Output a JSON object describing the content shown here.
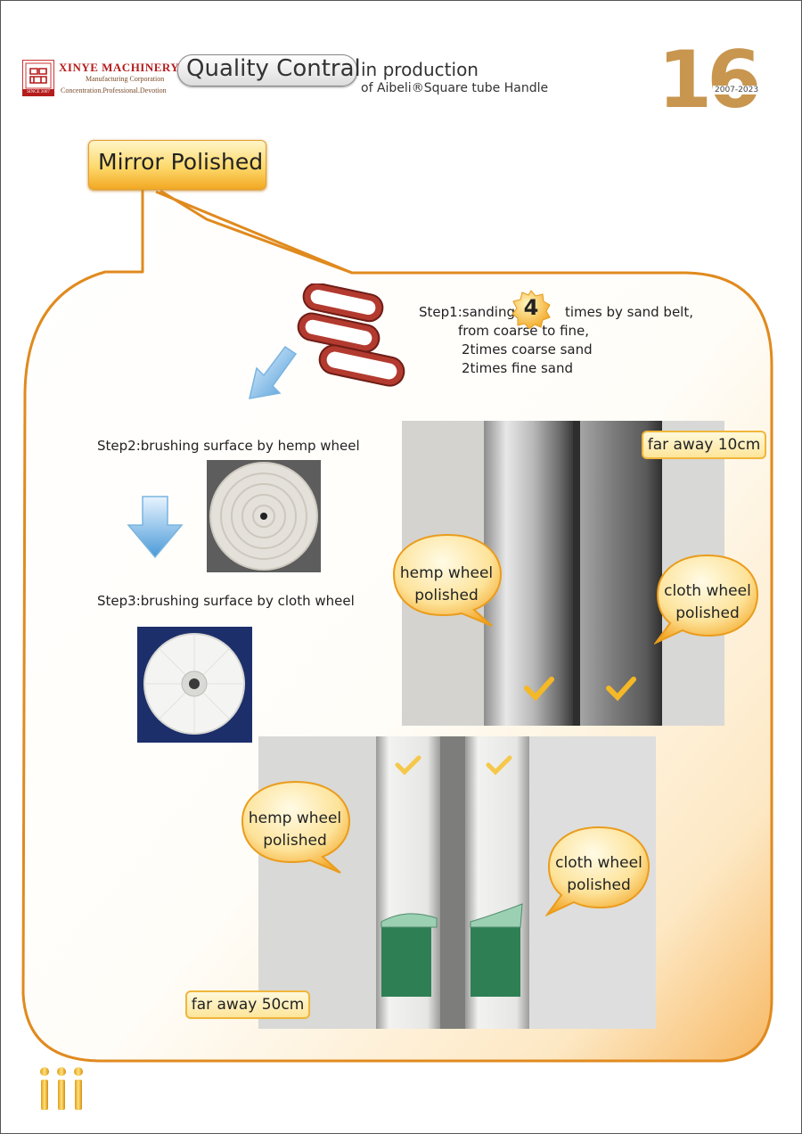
{
  "header": {
    "company_name": "XINYE MACHINERY",
    "company_sub": "Manufacturing Corporation",
    "motto": "Concentration.Professional.Devotion",
    "since": "SINCE 2007",
    "title_main": "Quality Contral",
    "title_line1": "in production",
    "title_line2": "of Aibeli®Square tube Handle",
    "page_number": "16",
    "years": "2007-2023"
  },
  "section": {
    "tag": "Mirror Polished"
  },
  "steps": {
    "step1_prefix": "Step1:sanding",
    "step1_count": "4",
    "step1_suffix": "times by sand belt,",
    "step1_line2": "from coarse to fine,",
    "step1_line3": "2times coarse sand",
    "step1_line4": "2times fine sand",
    "step2": "Step2:brushing surface by hemp wheel",
    "step3": "Step3:brushing surface by cloth wheel"
  },
  "photo1": {
    "distance": "far away 10cm",
    "left_bubble_1": "hemp wheel",
    "left_bubble_2": "polished",
    "right_bubble_1": "cloth wheel",
    "right_bubble_2": "polished"
  },
  "photo2": {
    "distance": "far away 50cm",
    "left_bubble_1": "hemp wheel",
    "left_bubble_2": "polished",
    "right_bubble_1": "cloth wheel",
    "right_bubble_2": "polished"
  },
  "colors": {
    "accent_orange": "#e08a1e",
    "brand_red": "#b51c1c",
    "gold": "#c8964f"
  }
}
